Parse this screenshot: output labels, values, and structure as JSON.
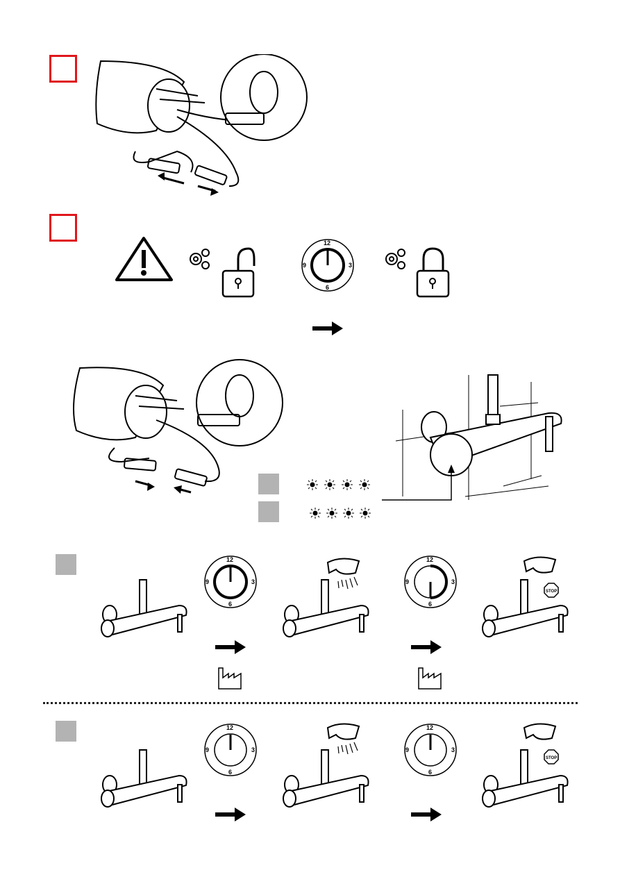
{
  "steps": {
    "step1_box": "",
    "step2_box": ""
  },
  "clock_labels": {
    "n12": "12",
    "n3": "3",
    "n6": "6",
    "n9": "9"
  },
  "stop_label": "STOP",
  "colors": {
    "step_box": "#e0161b",
    "variant_box": "#b3b3b3",
    "line": "#000000"
  },
  "icons": [
    "warning-icon",
    "gears-icon",
    "padlock-open-icon",
    "padlock-closed-icon",
    "clock-icon",
    "arrow-right-icon",
    "factory-icon",
    "stop-sign-icon",
    "led-blink-icon"
  ]
}
